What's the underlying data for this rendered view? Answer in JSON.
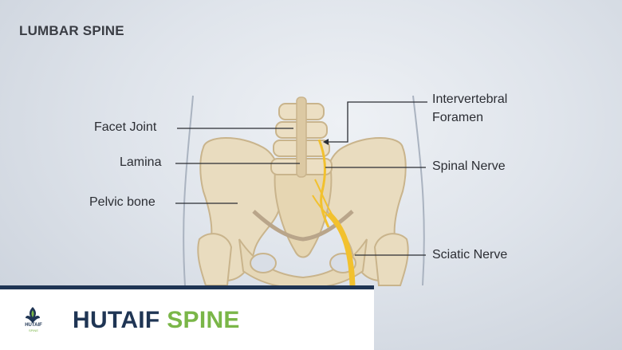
{
  "title": "LUMBAR SPINE",
  "labels": {
    "facet_joint": "Facet Joint",
    "lamina": "Lamina",
    "pelvic_bone": "Pelvic bone",
    "intervertebral_foramen_line1": "Intervertebral",
    "intervertebral_foramen_line2": "Foramen",
    "spinal_nerve": "Spinal Nerve",
    "sciatic_nerve": "Sciatic Nerve"
  },
  "brand": {
    "word1": "HUTAIF",
    "word2": "SPINE",
    "logo_text": "HUTAIF",
    "logo_subtext": "SPINE"
  },
  "colors": {
    "bone": "#e9dcbf",
    "bone_shadow": "#c9b48c",
    "nerve": "#f2c12e",
    "brand_navy": "#1f3554",
    "brand_green": "#7ab648"
  }
}
